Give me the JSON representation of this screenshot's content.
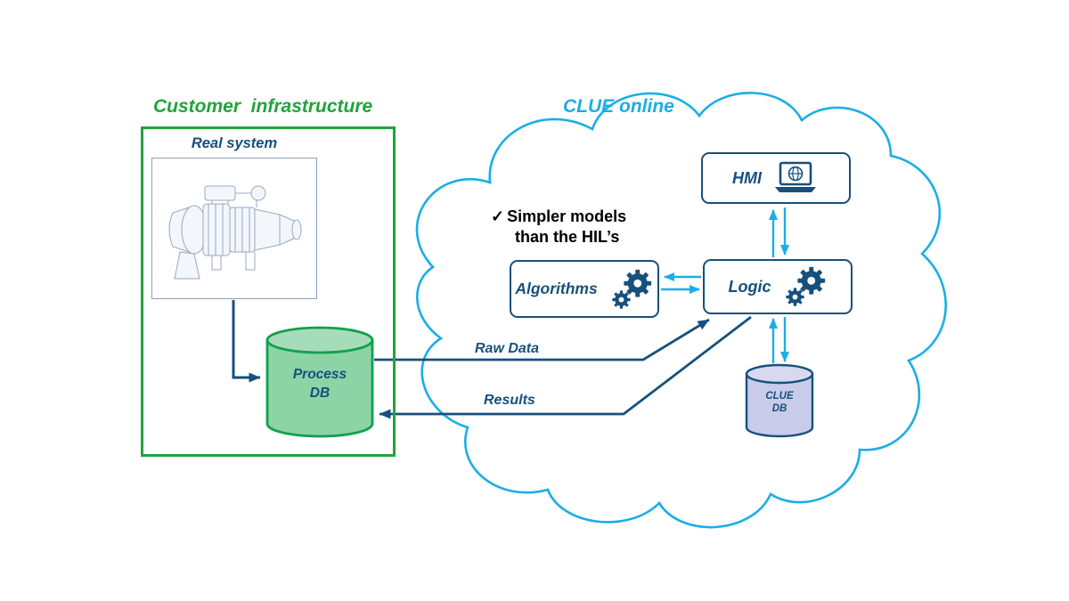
{
  "colors": {
    "green": "#21A33C",
    "green_cylinder_fill": "#8CD3A6",
    "green_cylinder_stroke": "#12A04E",
    "cyan": "#1BAEE4",
    "dark_blue": "#17507C",
    "clue_db_fill": "#C8CBE9",
    "note_text": "#000000"
  },
  "customer": {
    "title": "Customer  infrastructure",
    "real_system_label": "Real system",
    "process_db_line1": "Process",
    "process_db_line2": "DB"
  },
  "clue": {
    "title": "CLUE online",
    "hmi_label": "HMI",
    "algorithms_label": "Algorithms",
    "logic_label": "Logic",
    "clue_db_line1": "CLUE",
    "clue_db_line2": "DB",
    "note_check": "✓",
    "note_line1": "Simpler models",
    "note_line2": "than the HIL’s"
  },
  "flows": {
    "raw_data_label": "Raw Data",
    "results_label": "Results"
  }
}
